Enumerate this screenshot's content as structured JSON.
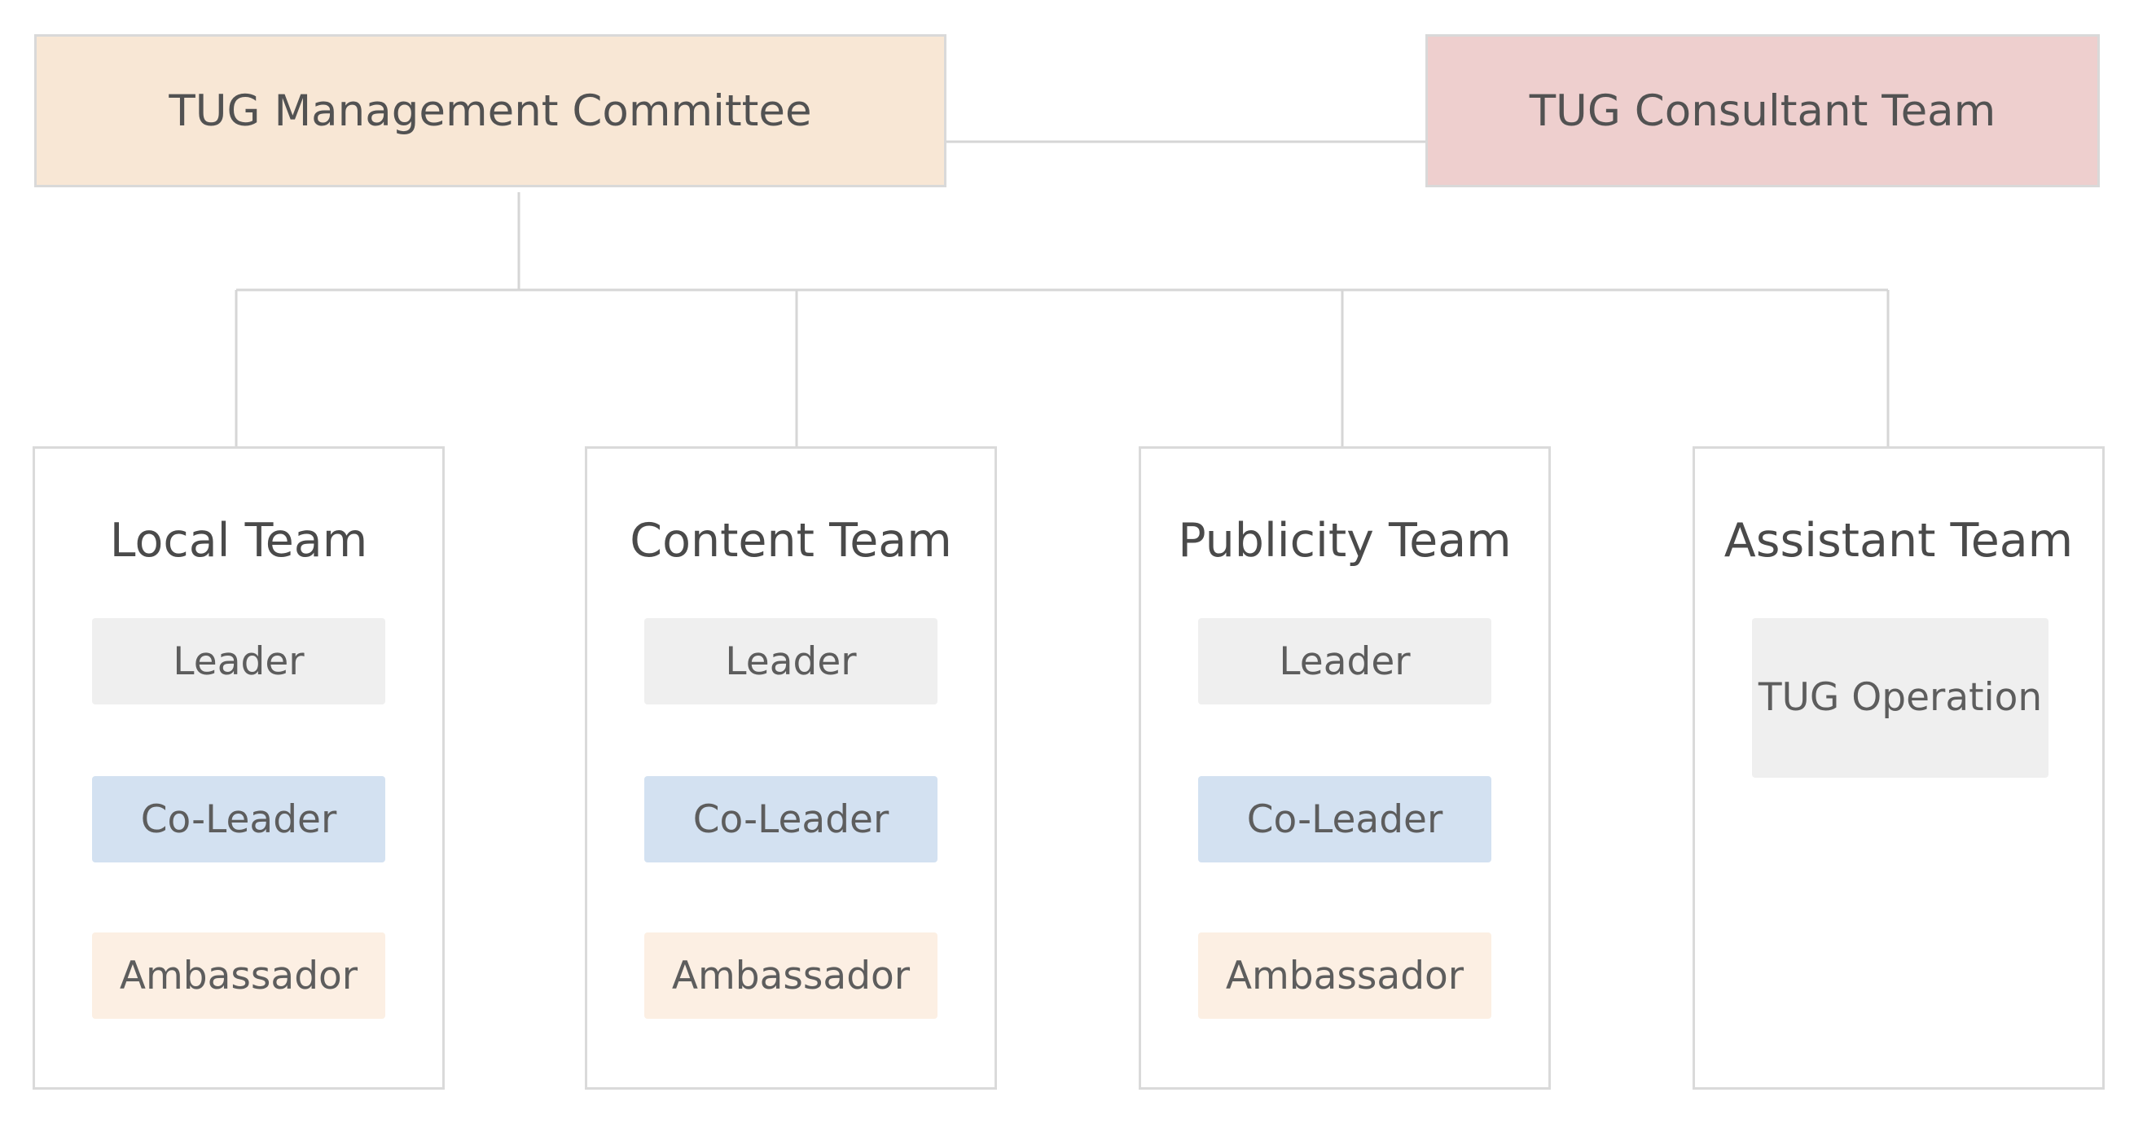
{
  "top": {
    "management": "TUG Management Committee",
    "consultant": "TUG Consultant Team"
  },
  "teams": [
    {
      "title": "Local Team",
      "roles": [
        "Leader",
        "Co-Leader",
        "Ambassador"
      ]
    },
    {
      "title": "Content Team",
      "roles": [
        "Leader",
        "Co-Leader",
        "Ambassador"
      ]
    },
    {
      "title": "Publicity Team",
      "roles": [
        "Leader",
        "Co-Leader",
        "Ambassador"
      ]
    },
    {
      "title": "Assistant Team",
      "roles": [
        "TUG Operation"
      ]
    }
  ],
  "colors": {
    "management_bg": "#f8e7d5",
    "consultant_bg": "#eecfce",
    "leader_bg": "#efefef",
    "coleader_bg": "#d3e1f1",
    "ambassador_bg": "#fcefe3",
    "connector": "#d6d6d6"
  }
}
